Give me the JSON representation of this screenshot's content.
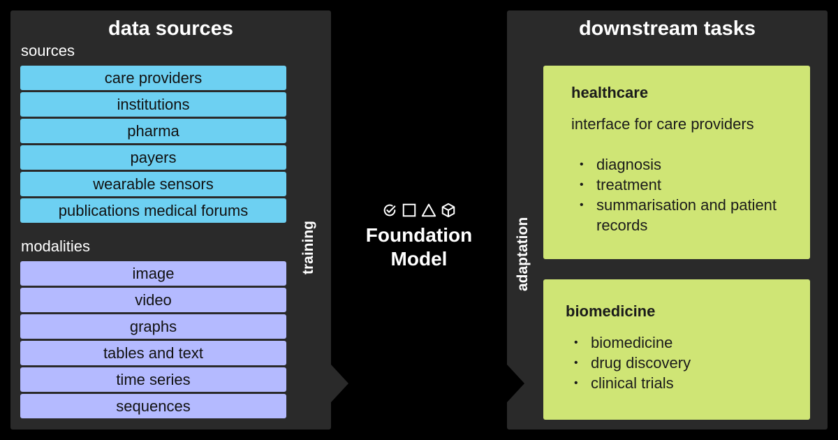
{
  "data_sources": {
    "title": "data sources",
    "sources_label": "sources",
    "sources": [
      "care providers",
      "institutions",
      "pharma",
      "payers",
      "wearable sensors",
      "publications medical forums"
    ],
    "modalities_label": "modalities",
    "modalities": [
      "image",
      "video",
      "graphs",
      "tables and text",
      "time series",
      "sequences"
    ],
    "side_label": "training"
  },
  "center": {
    "title_line1": "Foundation",
    "title_line2": "Model",
    "icons": [
      "check-circle-icon",
      "square-icon",
      "triangle-icon",
      "cube-icon"
    ]
  },
  "downstream": {
    "title": "downstream tasks",
    "side_label": "adaptation",
    "healthcare": {
      "title": "healthcare",
      "subtitle": "interface for care providers",
      "items": [
        "diagnosis",
        "treatment",
        "summarisation and patient records"
      ]
    },
    "biomedicine": {
      "title": "biomedicine",
      "items": [
        "biomedicine",
        "drug discovery",
        "clinical trials"
      ]
    }
  },
  "colors": {
    "panel": "#2a2a2a",
    "sources": "#6dd0f2",
    "modalities": "#b4baff",
    "cards": "#cfe575"
  }
}
